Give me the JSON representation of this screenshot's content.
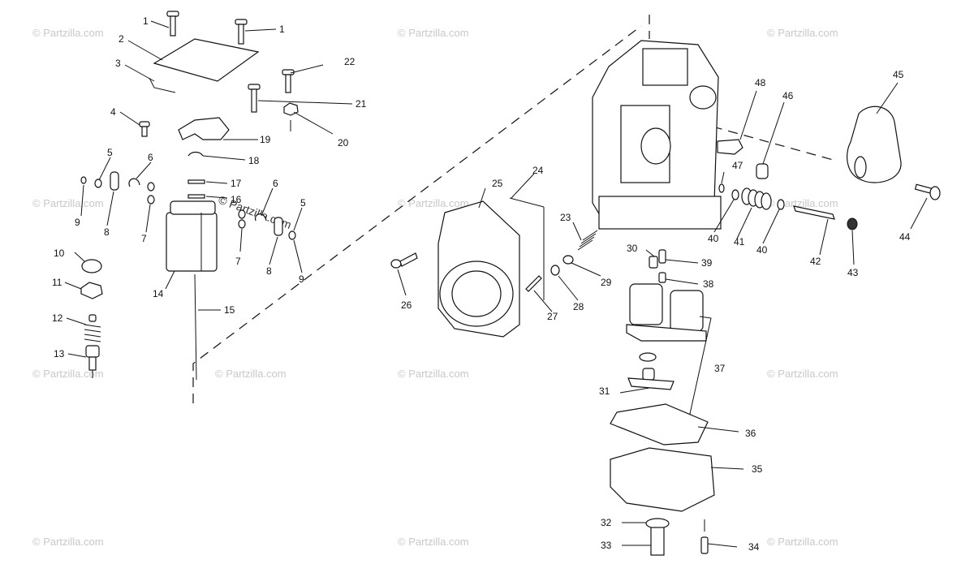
{
  "watermark": {
    "text": "© Partzilla.com",
    "primary_text": "© Partzilla.com",
    "color": "#c8c8c8"
  },
  "callouts": [
    {
      "id": "c1a",
      "label": "1"
    },
    {
      "id": "c1b",
      "label": "1"
    },
    {
      "id": "c2",
      "label": "2"
    },
    {
      "id": "c3",
      "label": "3"
    },
    {
      "id": "c4",
      "label": "4"
    },
    {
      "id": "c5a",
      "label": "5"
    },
    {
      "id": "c5b",
      "label": "5"
    },
    {
      "id": "c6a",
      "label": "6"
    },
    {
      "id": "c6b",
      "label": "6"
    },
    {
      "id": "c7a",
      "label": "7"
    },
    {
      "id": "c7b",
      "label": "7"
    },
    {
      "id": "c8a",
      "label": "8"
    },
    {
      "id": "c8b",
      "label": "8"
    },
    {
      "id": "c9a",
      "label": "9"
    },
    {
      "id": "c9b",
      "label": "9"
    },
    {
      "id": "c10",
      "label": "10"
    },
    {
      "id": "c11",
      "label": "11"
    },
    {
      "id": "c12",
      "label": "12"
    },
    {
      "id": "c13",
      "label": "13"
    },
    {
      "id": "c14",
      "label": "14"
    },
    {
      "id": "c15",
      "label": "15"
    },
    {
      "id": "c16",
      "label": "16"
    },
    {
      "id": "c17",
      "label": "17"
    },
    {
      "id": "c18",
      "label": "18"
    },
    {
      "id": "c19",
      "label": "19"
    },
    {
      "id": "c20",
      "label": "20"
    },
    {
      "id": "c21",
      "label": "21"
    },
    {
      "id": "c22",
      "label": "22"
    },
    {
      "id": "c23",
      "label": "23"
    },
    {
      "id": "c24",
      "label": "24"
    },
    {
      "id": "c25",
      "label": "25"
    },
    {
      "id": "c26",
      "label": "26"
    },
    {
      "id": "c27",
      "label": "27"
    },
    {
      "id": "c28",
      "label": "28"
    },
    {
      "id": "c29",
      "label": "29"
    },
    {
      "id": "c30",
      "label": "30"
    },
    {
      "id": "c31",
      "label": "31"
    },
    {
      "id": "c32",
      "label": "32"
    },
    {
      "id": "c33",
      "label": "33"
    },
    {
      "id": "c34",
      "label": "34"
    },
    {
      "id": "c35",
      "label": "35"
    },
    {
      "id": "c36",
      "label": "36"
    },
    {
      "id": "c37",
      "label": "37"
    },
    {
      "id": "c38",
      "label": "38"
    },
    {
      "id": "c39",
      "label": "39"
    },
    {
      "id": "c40a",
      "label": "40"
    },
    {
      "id": "c40b",
      "label": "40"
    },
    {
      "id": "c41",
      "label": "41"
    },
    {
      "id": "c42",
      "label": "42"
    },
    {
      "id": "c43",
      "label": "43"
    },
    {
      "id": "c44",
      "label": "44"
    },
    {
      "id": "c45",
      "label": "45"
    },
    {
      "id": "c46",
      "label": "46"
    },
    {
      "id": "c47",
      "label": "47"
    },
    {
      "id": "c48",
      "label": "48"
    }
  ]
}
